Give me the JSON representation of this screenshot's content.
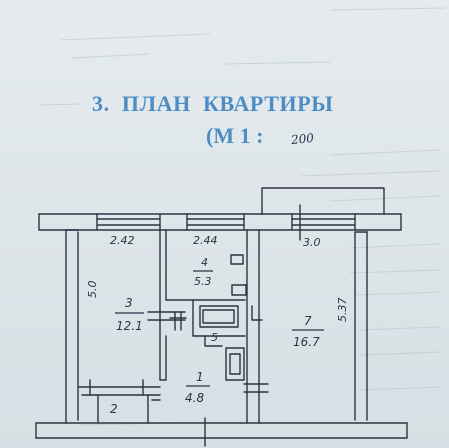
{
  "title": "3.  ПЛАН  КВАРТИРЫ",
  "scale_label": "(М 1 :",
  "scale_value": "200",
  "dimensions": {
    "top_left": "2.42",
    "top_middle": "2.44",
    "top_right": "3.0",
    "left_side": "5.0",
    "right_side": "5.37"
  },
  "rooms": [
    {
      "number": "3",
      "area": "12.1"
    },
    {
      "number": "4",
      "area": "5.3"
    },
    {
      "number": "7",
      "area": "16.7"
    },
    {
      "number": "5",
      "area": ""
    },
    {
      "number": "1",
      "area": "4.8"
    },
    {
      "number": "2",
      "area": ""
    }
  ],
  "colors": {
    "title": "#4d8dc3",
    "ink": "#2b3344",
    "paper": "#e3e9ed"
  }
}
